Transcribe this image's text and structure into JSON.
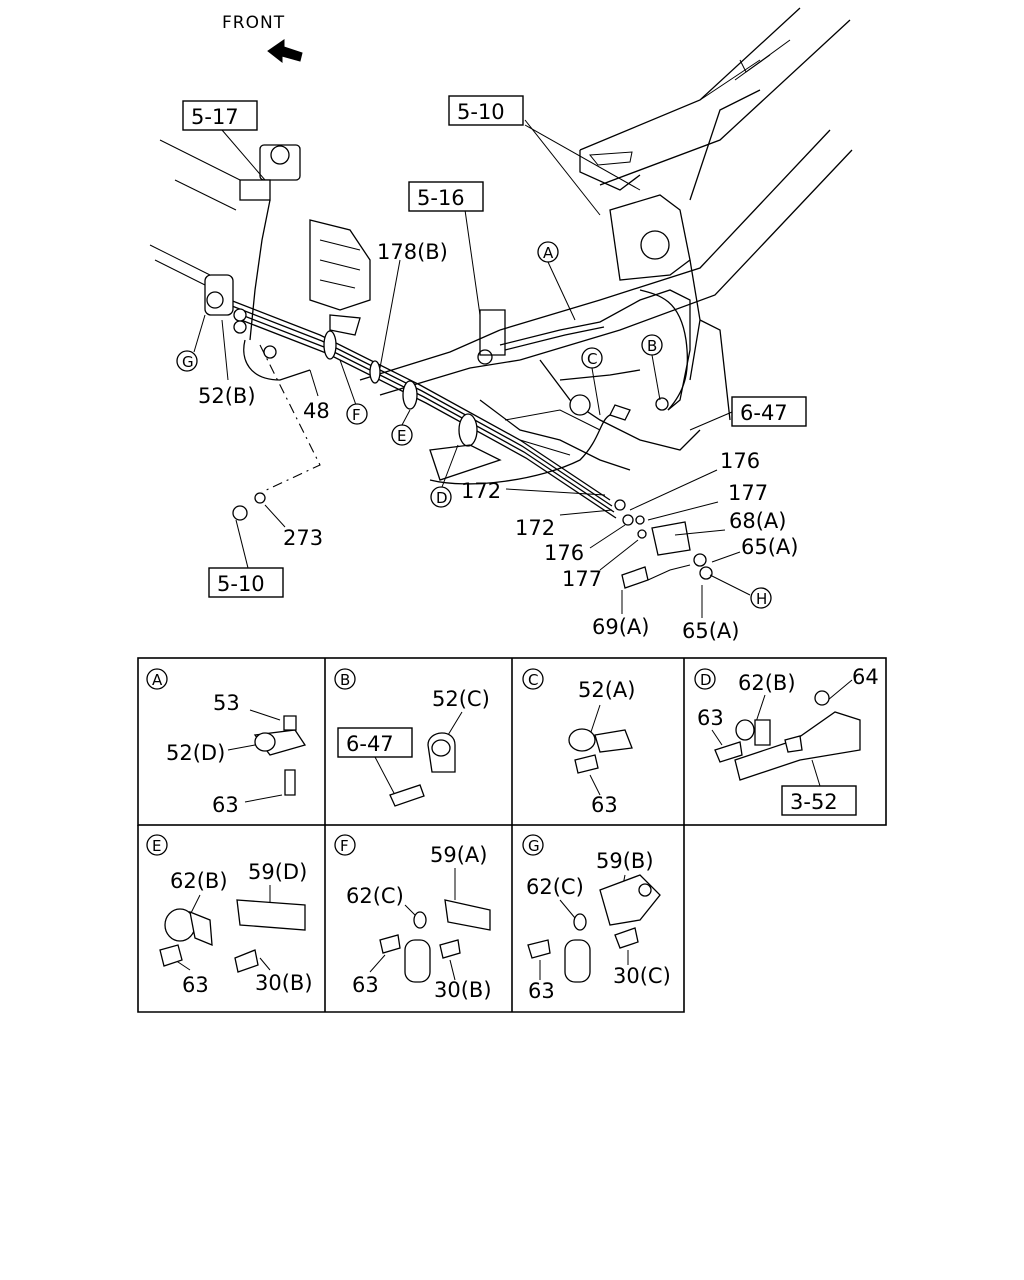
{
  "front_label": "FRONT",
  "ref_boxes": {
    "r_5_17": "5-17",
    "r_5_10_top": "5-10",
    "r_5_16": "5-16",
    "r_6_47_main": "6-47",
    "r_5_10_bottom": "5-10",
    "r_6_47_b": "6-47",
    "r_3_52": "3-52"
  },
  "main_labels": {
    "l178b": "178(B)",
    "l52b": "52(B)",
    "l48": "48",
    "l273": "273",
    "l172a": "172",
    "l172b": "172",
    "l176a": "176",
    "l176b": "176",
    "l177a": "177",
    "l177b": "177",
    "l68a": "68(A)",
    "l65a_1": "65(A)",
    "l65a_2": "65(A)",
    "l69a": "69(A)"
  },
  "callouts": {
    "A": "A",
    "B": "B",
    "C": "C",
    "D": "D",
    "E": "E",
    "F": "F",
    "G": "G",
    "H": "H"
  },
  "details": {
    "A": {
      "tag": "A",
      "l53": "53",
      "l52d": "52(D)",
      "l63": "63"
    },
    "B": {
      "tag": "B",
      "l52c": "52(C)"
    },
    "C": {
      "tag": "C",
      "l52a": "52(A)",
      "l63": "63"
    },
    "D": {
      "tag": "D",
      "l62b": "62(B)",
      "l64": "64",
      "l63": "63"
    },
    "E": {
      "tag": "E",
      "l62b": "62(B)",
      "l59d": "59(D)",
      "l63": "63",
      "l30b": "30(B)"
    },
    "F": {
      "tag": "F",
      "l59a": "59(A)",
      "l62c": "62(C)",
      "l63": "63",
      "l30b": "30(B)"
    },
    "G": {
      "tag": "G",
      "l59b": "59(B)",
      "l62c": "62(C)",
      "l63": "63",
      "l30c": "30(C)"
    }
  }
}
